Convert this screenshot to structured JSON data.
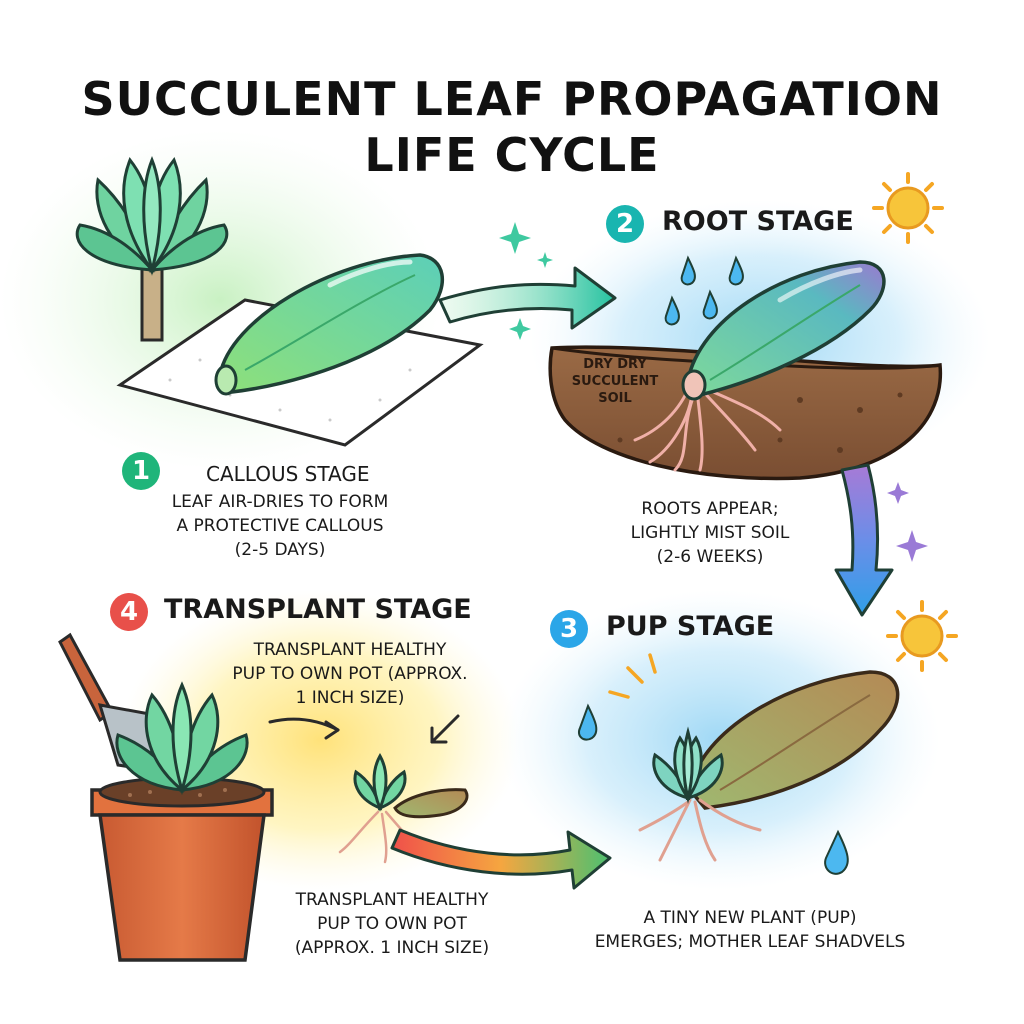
{
  "title": {
    "line1": "SUCCULENT LEAF PROPAGATION",
    "line2": "LIFE CYCLE"
  },
  "stages": [
    {
      "number": "1",
      "title": "CALLOUS STAGE",
      "desc_lines": [
        "LEAF AIR-DRIES TO FORM",
        "A PROTECTIVE CALLOUS",
        "(2-5 DAYS)"
      ],
      "color": "#1fb57a"
    },
    {
      "number": "2",
      "title": "ROOT STAGE",
      "soil_label_lines": [
        "DRY DRY",
        "SUCCULENT",
        "SOIL"
      ],
      "desc_lines": [
        "ROOTS APPEAR;",
        "LIGHTLY MIST SOIL",
        "(2-6 WEEKS)"
      ],
      "color": "#19b5b0"
    },
    {
      "number": "3",
      "title": "PUP STAGE",
      "desc_lines": [
        "A TINY NEW PLANT (PUP)",
        "EMERGES; MOTHER LEAF SHADVELS"
      ],
      "color": "#2ba6e8"
    },
    {
      "number": "4",
      "title": "TRANSPLANT STAGE",
      "desc_top_lines": [
        "TRANSPLANT HEALTHY",
        "PUP TO OWN POT (APPROX.",
        "1 INCH SIZE)"
      ],
      "desc_bottom_lines": [
        "TRANSPLANT HEALTHY",
        "PUP TO OWN POT",
        "(APPROX. 1 INCH SIZE)"
      ],
      "color": "#e8504a"
    }
  ],
  "colors": {
    "leaf_green": "#7ed99a",
    "leaf_teal": "#5fd0b8",
    "soil_brown": "#8a5a3a",
    "pot_terracotta": "#d8653a",
    "sun_yellow": "#f7c53a",
    "water_blue": "#4cb8f0"
  },
  "icons": [
    "sun-icon",
    "water-drop-icon",
    "sparkle-icon",
    "trowel-icon",
    "flow-arrow-icon"
  ]
}
